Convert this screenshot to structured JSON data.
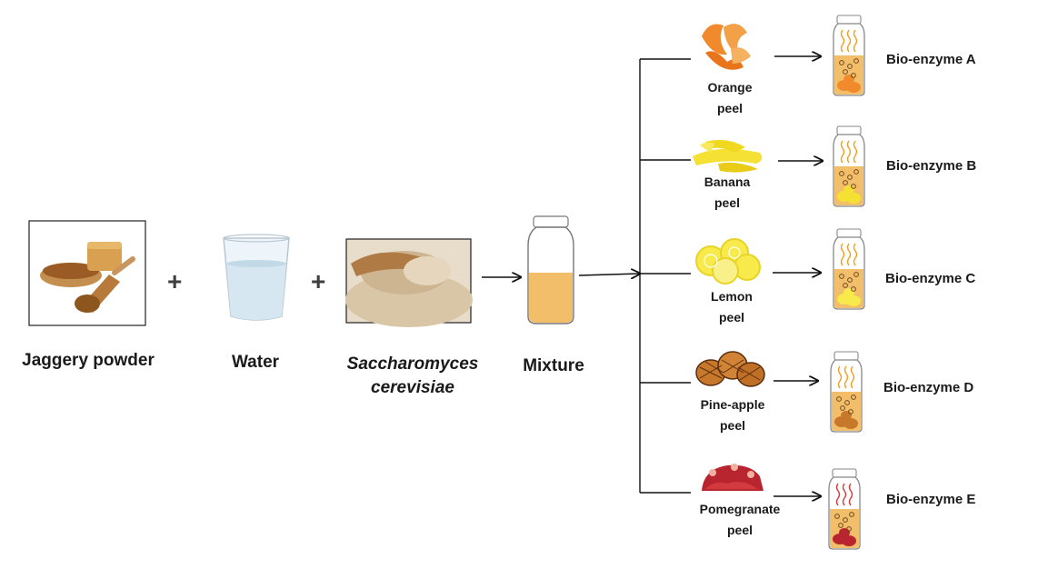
{
  "ingredients": {
    "jaggery": "Jaggery powder",
    "water": "Water",
    "yeast_line1": "Saccharomyces",
    "yeast_line2": "cerevisiae"
  },
  "operators": {
    "plus": "+"
  },
  "mixture": "Mixture",
  "peels": [
    {
      "line1": "Orange",
      "line2": "peel",
      "product": "Bio-enzyme A",
      "color": "#f08a2c"
    },
    {
      "line1": "Banana",
      "line2": "peel",
      "product": "Bio-enzyme B",
      "color": "#f5e034"
    },
    {
      "line1": "Lemon",
      "line2": "peel",
      "product": "Bio-enzyme C",
      "color": "#f7ea4a"
    },
    {
      "line1": "Pine-apple",
      "line2": "peel",
      "product": "Bio-enzyme D",
      "color": "#c8782a"
    },
    {
      "line1": "Pomegranate",
      "line2": "peel",
      "product": "Bio-enzyme E",
      "color": "#b8252f"
    }
  ],
  "colors": {
    "liquid": "#f2be6a",
    "jar_outline": "#888888",
    "steam_warm": "#f0a020",
    "steam_red": "#d63a3a"
  }
}
